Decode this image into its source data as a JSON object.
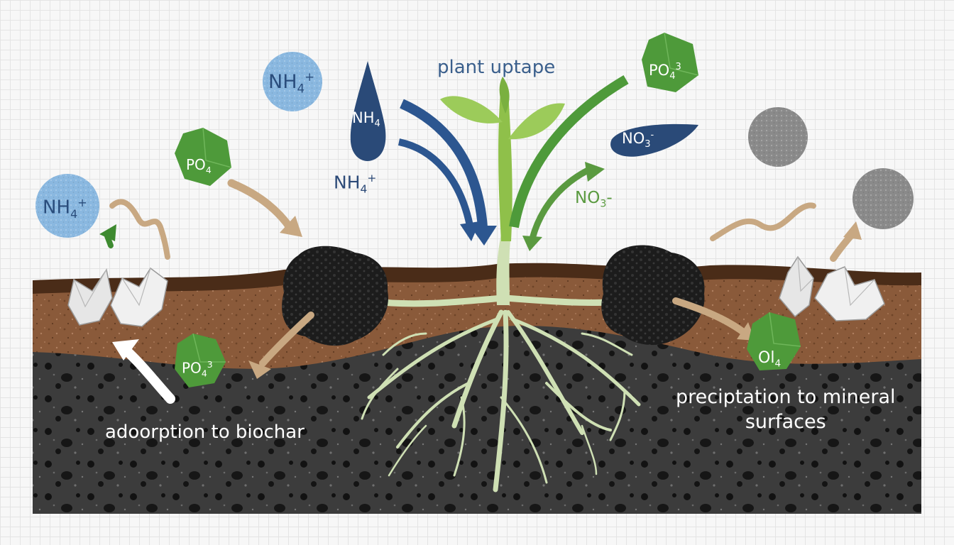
{
  "labels": {
    "plant_uptake": "plant uptape",
    "adsorption": "adoorption to biochar",
    "precipitation_line1": "preciptation to mineral",
    "precipitation_line2": "surfaces"
  },
  "ions": {
    "nh4_circle_top": {
      "base": "NH",
      "sub": "4",
      "sup": "+"
    },
    "nh4_drop": {
      "base": "NH",
      "sub": "4",
      "sup": ""
    },
    "nh4_text": {
      "base": "NH",
      "sub": "4",
      "sup": "+"
    },
    "nh4_circle_left": {
      "base": "NH",
      "sub": "4",
      "sup": "+"
    },
    "po4_left": {
      "base": "PO",
      "sub": "4",
      "sup": ""
    },
    "po4_top_right": {
      "base": "PO",
      "sub": "4",
      "sup": "3"
    },
    "po4_soil": {
      "base": "PO",
      "sub": "4",
      "sup": "3"
    },
    "no3_oval": {
      "base": "NO",
      "sub": "3",
      "sup": "-"
    },
    "no3_text": {
      "base": "NO",
      "sub": "3",
      "sup": "-"
    },
    "ol4_soil": {
      "base": "Ol",
      "sub": "4",
      "sup": ""
    }
  },
  "colors": {
    "nh4_circle": "#8ab8e0",
    "nitrogen_arrow": "#2c5690",
    "phosphate_green": "#4e9a3a",
    "nitrate_green": "#5a9a40",
    "flow_arrow_tan": "#c8a882",
    "biochar": "#1c1c1c",
    "mineral": "#e6e6e6",
    "topsoil": "#8a5a3a",
    "subsoil": "#3c3c3c",
    "root": "#cfe0b4",
    "grey_particle": "#8a8a8a"
  }
}
